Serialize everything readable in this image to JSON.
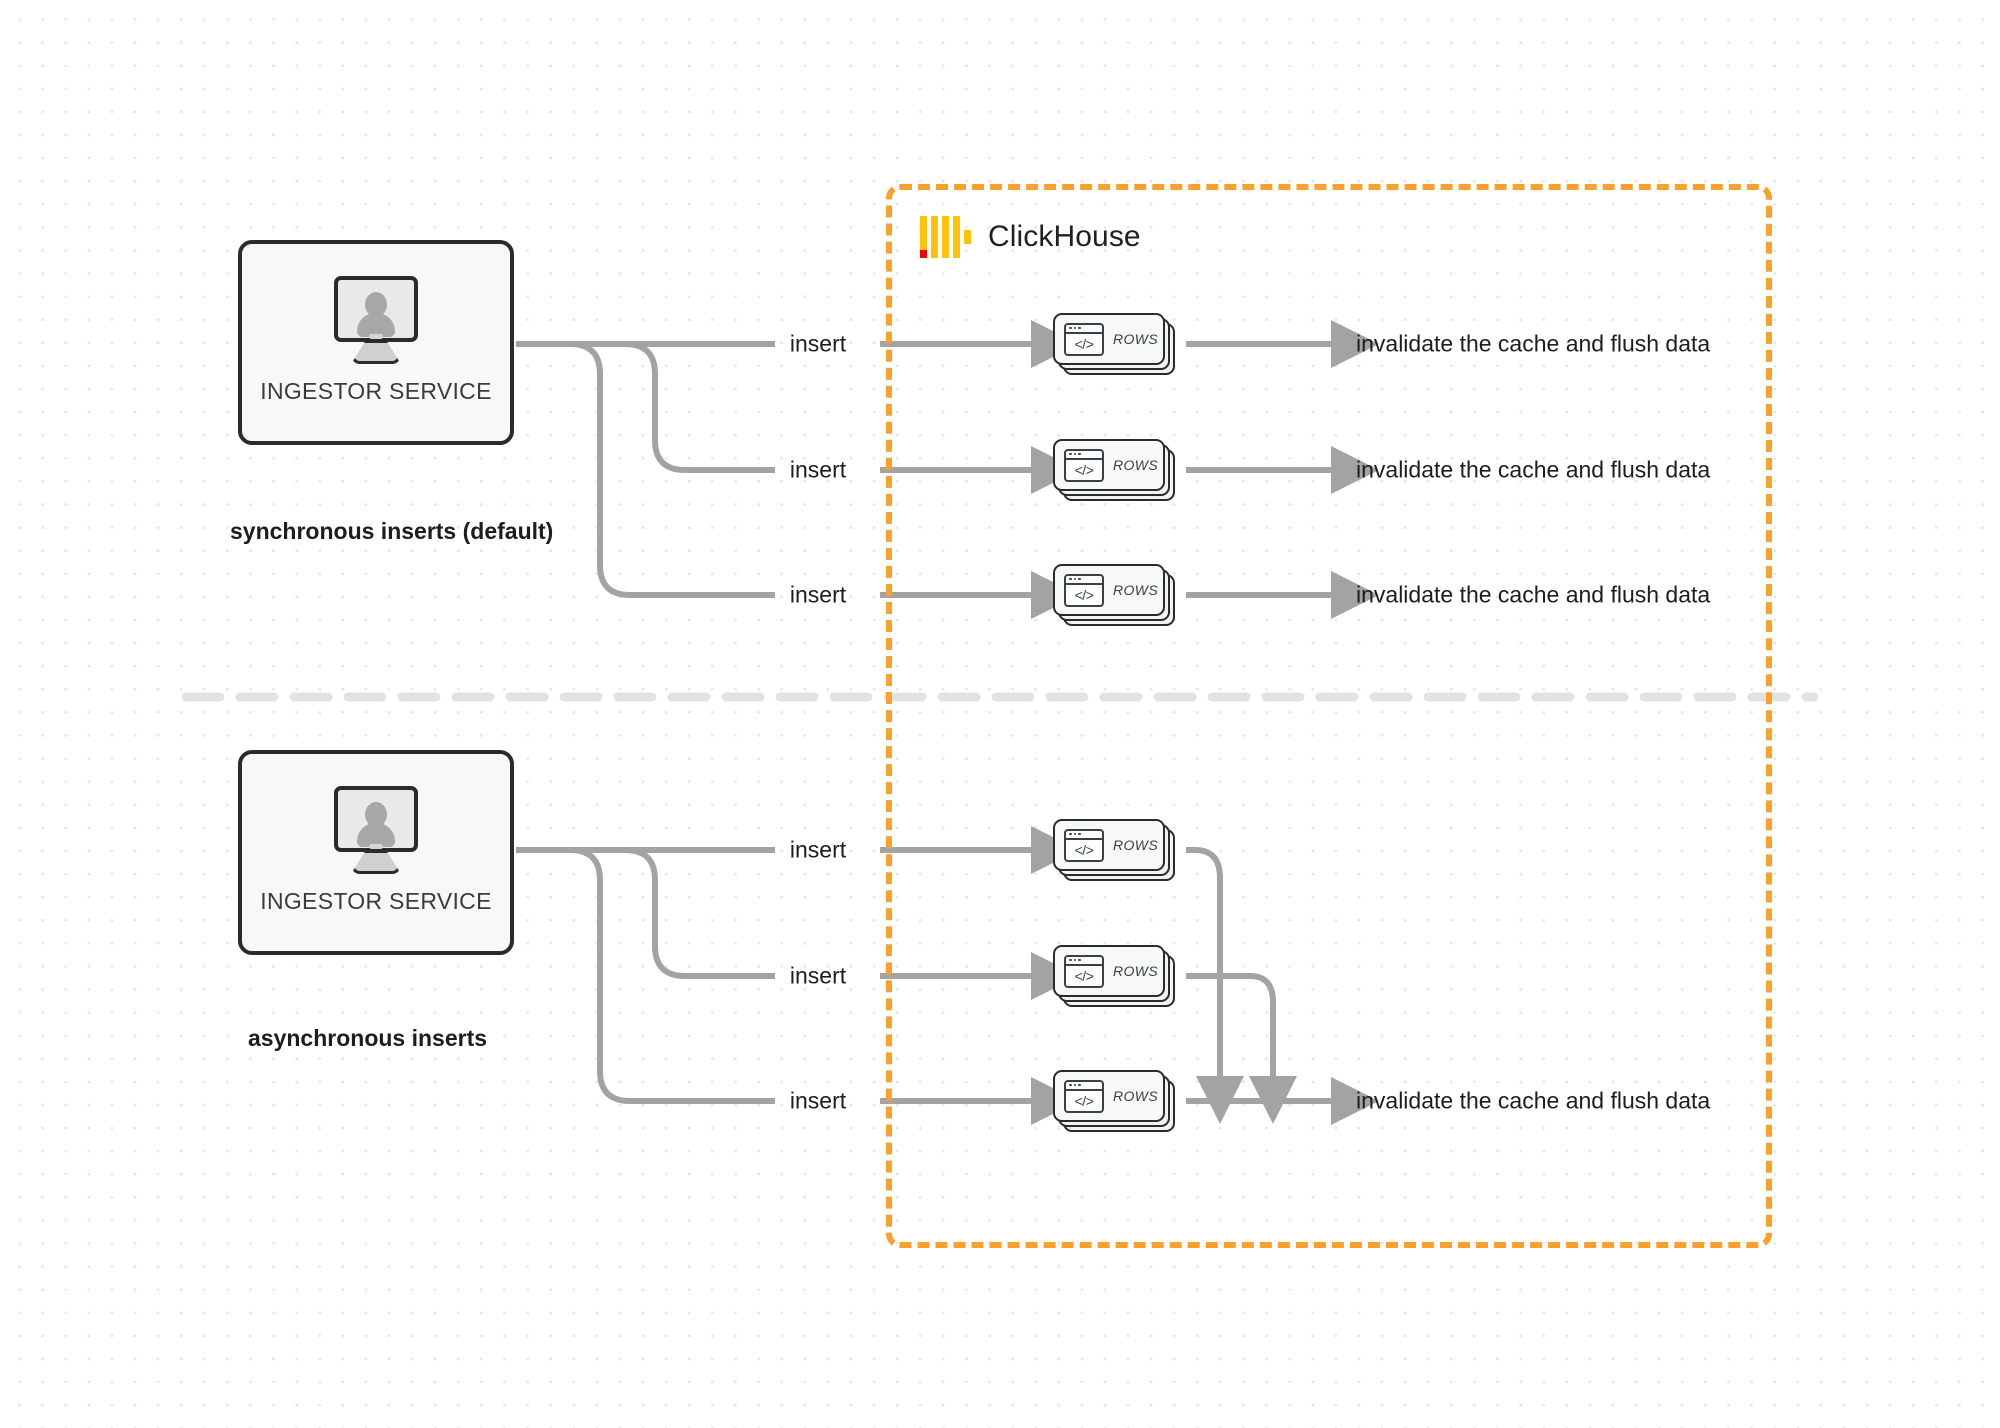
{
  "diagram": {
    "title": "ClickHouse synchronous vs asynchronous inserts",
    "background": "#ffffff",
    "accent_orange": "#f9a12b",
    "connector_gray": "#a3a3a3",
    "node_border": "#2b2b2b"
  },
  "clickhouse": {
    "name": "ClickHouse",
    "logo_icon": "clickhouse-logo-icon",
    "border_style": "dashed",
    "border_color": "#f9a12b"
  },
  "sections": [
    {
      "id": "synchronous",
      "caption": "synchronous inserts (default)",
      "ingestor": {
        "label": "INGESTOR SERVICE",
        "icon": "monitor-user-icon"
      },
      "flows": [
        {
          "insert_label": "insert",
          "node_label": "ROWS",
          "outcome_label": "invalidate the cache and flush data"
        },
        {
          "insert_label": "insert",
          "node_label": "ROWS",
          "outcome_label": "invalidate the cache and flush data"
        },
        {
          "insert_label": "insert",
          "node_label": "ROWS",
          "outcome_label": "invalidate the cache and flush data"
        }
      ]
    },
    {
      "id": "asynchronous",
      "caption": "asynchronous inserts",
      "ingestor": {
        "label": "INGESTOR SERVICE",
        "icon": "monitor-user-icon"
      },
      "flows": [
        {
          "insert_label": "insert",
          "node_label": "ROWS"
        },
        {
          "insert_label": "insert",
          "node_label": "ROWS"
        },
        {
          "insert_label": "insert",
          "node_label": "ROWS"
        }
      ],
      "merged_outcome_label": "invalidate the cache and flush data"
    }
  ]
}
